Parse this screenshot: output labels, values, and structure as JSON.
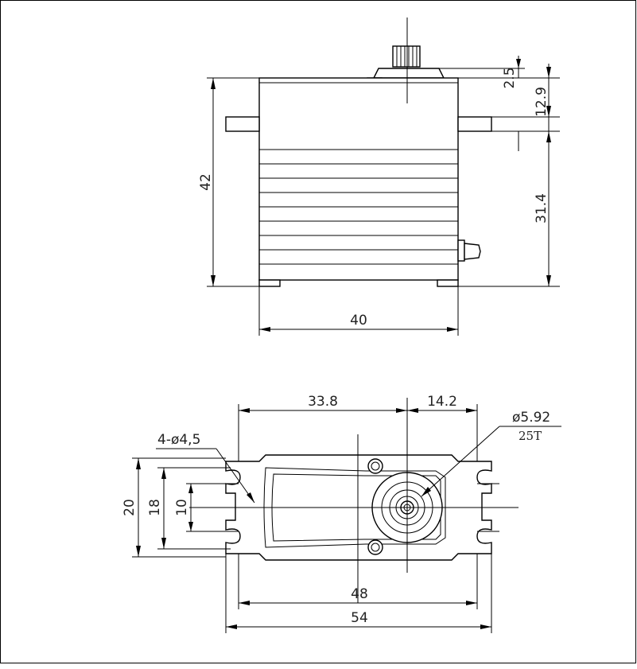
{
  "side_view": {
    "dim_height": "42",
    "dim_width": "40",
    "dim_top_spline": "2.5",
    "dim_top_to_tab": "12.9",
    "dim_tab_to_bottom": "31.4"
  },
  "top_view": {
    "dim_spline_offset": "33.8",
    "dim_spline_to_edge": "14.2",
    "dim_spline_diameter": "ø5.92",
    "dim_spline_teeth": "25T",
    "dim_holes": "4-ø4,5",
    "dim_width_20": "20",
    "dim_width_18": "18",
    "dim_width_10": "10",
    "dim_hole_spacing": "48",
    "dim_total_length": "54"
  }
}
